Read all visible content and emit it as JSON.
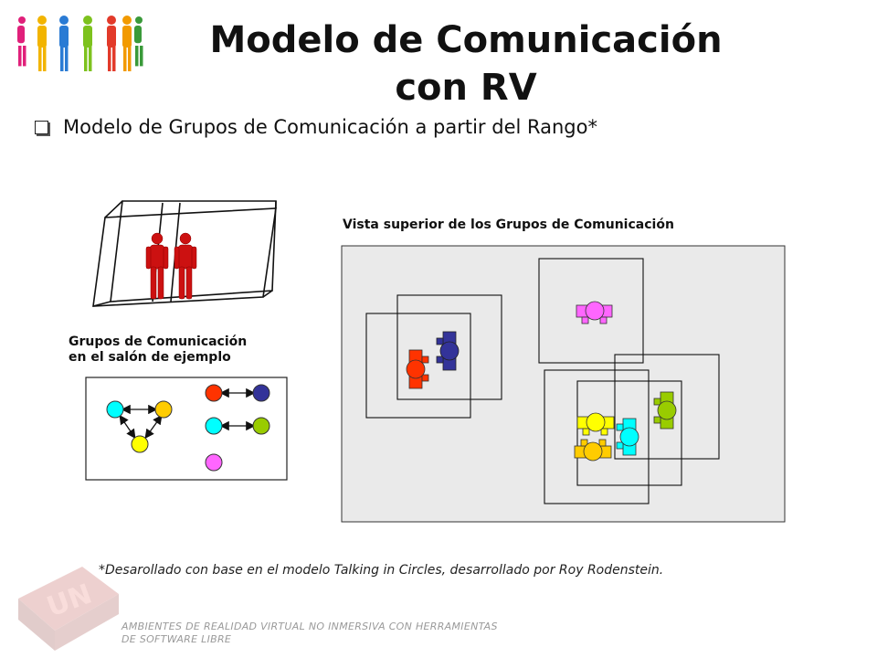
{
  "title_line1": "Modelo de Comunicación",
  "title_line2": "con RV",
  "bullet": "Modelo de Grupos de Comunicación a partir del Rango*",
  "top_view_label": "Vista superior de los Grupos de Comunicación",
  "groups_label_line1": "Grupos de Comunicación",
  "groups_label_line2": "en el salón de ejemplo",
  "footnote": "*Desarollado con base en el modelo Talking in Circles, desarrollado por Roy Rodenstein.",
  "footer_line1": "AMBIENTES DE REALIDAD VIRTUAL NO INMERSIVA CON HERRAMIENTAS",
  "footer_line2": "DE SOFTWARE LIBRE",
  "logo_text": "UN",
  "colors": {
    "red": "#ff3300",
    "navy": "#333399",
    "magenta": "#ff66ff",
    "lime": "#99cc00",
    "yellow": "#ffff00",
    "cyan": "#00ffff",
    "orange": "#ffcc00",
    "panel": "#eaeaea"
  },
  "groups": [
    {
      "members": [
        "cyan",
        "orange",
        "yellow"
      ]
    },
    {
      "members": [
        "red",
        "navy"
      ]
    },
    {
      "members": [
        "cyan",
        "lime"
      ]
    },
    {
      "members": [
        "magenta"
      ]
    }
  ]
}
